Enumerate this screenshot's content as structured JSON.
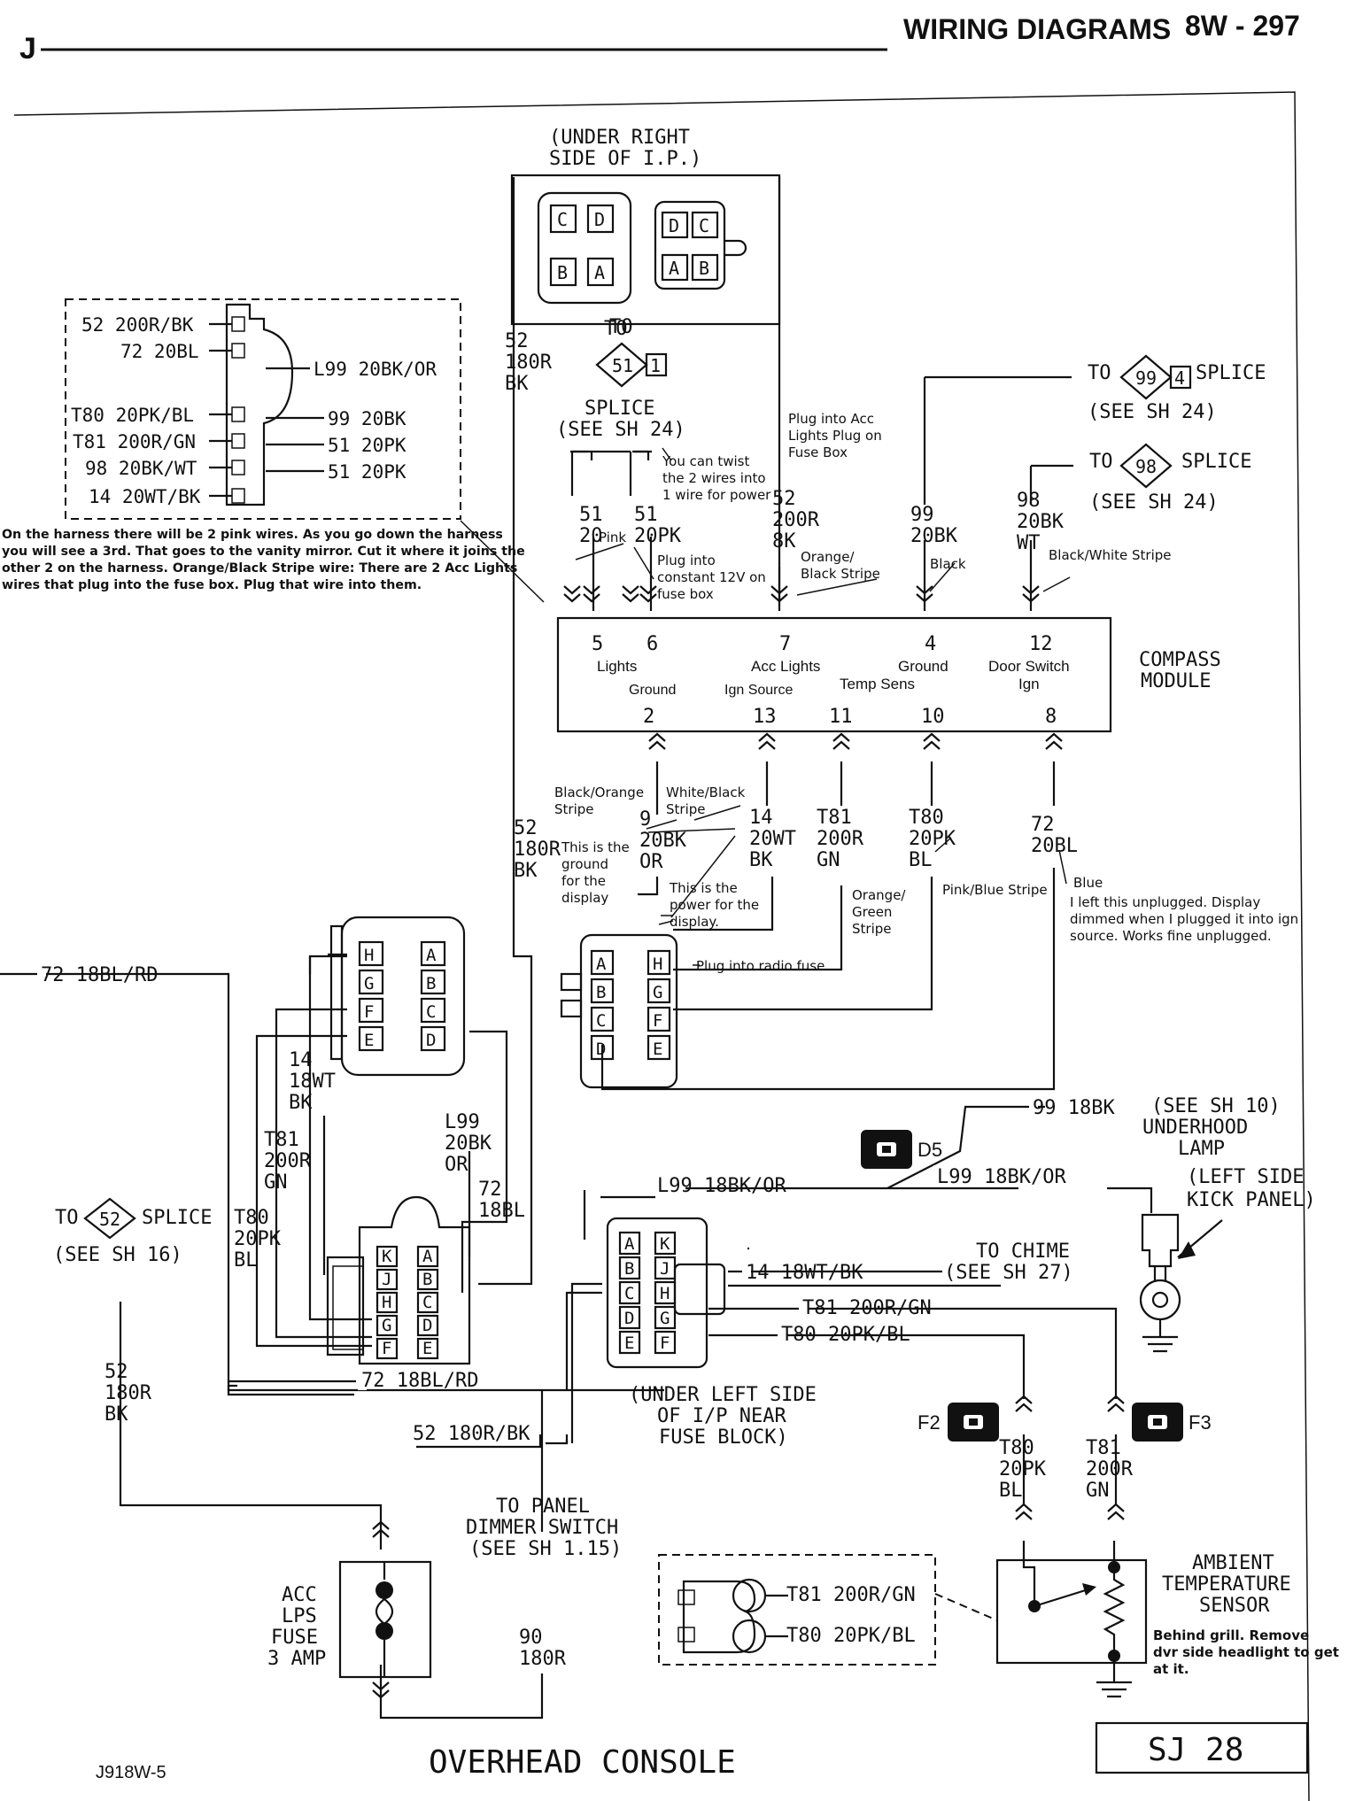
{
  "header": {
    "left_letter": "J",
    "title": "WIRING DIAGRAMS",
    "page": "8W - 297"
  },
  "footer": {
    "code": "J918W-5",
    "title": "OVERHEAD CONSOLE",
    "sheet": "SJ  28"
  },
  "location_top": [
    "(UNDER RIGHT",
    "SIDE OF I.P.)"
  ],
  "location_bottom": [
    "(UNDER LEFT SIDE",
    "OF I/P NEAR",
    "FUSE BLOCK)"
  ],
  "location_kick": [
    "(LEFT SIDE",
    "KICK PANEL)"
  ],
  "underhood": [
    "(SEE SH 10)",
    "UNDERHOOD",
    "LAMP"
  ],
  "connector_letters": {
    "c1": [
      "C",
      "D",
      "B",
      "A"
    ],
    "c2": [
      "D",
      "C",
      "A",
      "B"
    ],
    "c8_left": [
      "H",
      "G",
      "F",
      "E"
    ],
    "c8_right": [
      "A",
      "B",
      "C",
      "D"
    ],
    "c8b_left": [
      "A",
      "B",
      "C",
      "D"
    ],
    "c8b_right": [
      "H",
      "G",
      "F",
      "E"
    ],
    "c10_left": [
      "K",
      "J",
      "H",
      "G",
      "F"
    ],
    "c10_right": [
      "A",
      "B",
      "C",
      "D",
      "E"
    ],
    "c11_left": [
      "A",
      "B",
      "C",
      "D",
      "E"
    ],
    "c11_right": [
      "K",
      "J",
      "H",
      "G",
      "F"
    ]
  },
  "splices": {
    "s51": {
      "to": "TO",
      "num": "51",
      "pin": "1",
      "label": "SPLICE",
      "see": "(SEE SH 24)"
    },
    "s99": {
      "to": "TO",
      "num": "99",
      "pin": "4",
      "label": "SPLICE",
      "see": "(SEE SH 24)"
    },
    "s98": {
      "to": "TO",
      "num": "98",
      "label": "SPLICE",
      "see": "(SEE SH 24)"
    },
    "s52": {
      "to": "TO",
      "num": "52",
      "label": "SPLICE",
      "see": "(SEE SH 16)"
    }
  },
  "wires": {
    "w52_top": [
      "52",
      "180R",
      "BK"
    ],
    "w52_mid": [
      "52",
      "180R",
      "BK"
    ],
    "w51a": [
      "51",
      "20"
    ],
    "w51b": [
      "51",
      "20PK"
    ],
    "w52c": [
      "52",
      "200R",
      "8K"
    ],
    "w99": [
      "99",
      "20BK"
    ],
    "w98": [
      "98",
      "20BK",
      "WT"
    ],
    "w9": [
      "9",
      "20BK",
      "OR"
    ],
    "w14": [
      "14",
      "20WT",
      "BK"
    ],
    "wT81": [
      "T81",
      "200R",
      "GN"
    ],
    "wT80": [
      "T80",
      "20PK",
      "BL"
    ],
    "w72": [
      "72",
      "20BL"
    ],
    "w14b": [
      "14",
      "18WT",
      "BK"
    ],
    "wT81b": [
      "T81",
      "200R",
      "GN"
    ],
    "wL99": [
      "L99",
      "20BK",
      "OR"
    ],
    "w72b": [
      "72",
      "18BL"
    ],
    "wT80b": [
      "T80",
      "20PK",
      "BL"
    ],
    "w52d": [
      "52",
      "180R",
      "BK"
    ],
    "w90": [
      "90",
      "180R"
    ],
    "wT80c": [
      "T80",
      "20PK",
      "BL"
    ],
    "wT81c": [
      "T81",
      "200R",
      "GN"
    ],
    "w72rd_left": "72  18BL/RD",
    "w72rd_bottom": "72  18BL/RD",
    "w52bk": "52  180R/BK",
    "wL99bk_left": "L99  18BK/OR",
    "wL99bk_right": "L99  18BK/OR",
    "w99bk": "99  18BK",
    "w14bk": "14  18WT/BK",
    "wT81gn": "T81  200R/GN",
    "wT80bl": "T80  20PK/BL",
    "wT81s": "T81  200R/GN",
    "wT80s": "T80  20PK/BL"
  },
  "inset_harness": {
    "left": [
      "52  200R/BK",
      "72  20BL",
      "T80  20PK/BL",
      "T81  200R/GN",
      "98  20BK/WT",
      "14  20WT/BK"
    ],
    "right": [
      "L99  20BK/OR",
      "99  20BK",
      "51  20PK",
      "51  20PK"
    ]
  },
  "compass": {
    "title": [
      "COMPASS",
      "MODULE"
    ],
    "pins_top": [
      "5",
      "6",
      "7",
      "4",
      "12"
    ],
    "pins_bottom": [
      "2",
      "13",
      "11",
      "10",
      "8"
    ],
    "labels": {
      "lights": "Lights",
      "acc_lights": "Acc Lights",
      "ground_top": "Ground",
      "door_switch": "Door Switch",
      "ground_bottom": "Ground",
      "ign_source": "Ign Source",
      "temp_sens": "Temp Sens",
      "ign": "Ign"
    }
  },
  "chime": {
    "to": "TO CHIME",
    "see": "(SEE SH 27)"
  },
  "dimmer": [
    "TO PANEL",
    "DIMMER SWITCH",
    "(SEE SH 1.15)"
  ],
  "fuse": [
    "ACC",
    "LPS",
    "FUSE",
    "3 AMP"
  ],
  "sensor": [
    "AMBIENT",
    "TEMPERATURE",
    "SENSOR"
  ],
  "badges": {
    "d5": "D5",
    "f2": "F2",
    "f3": "F3"
  },
  "to_label": "TO",
  "notes": {
    "harness": [
      "On the harness there will be 2 pink wires. As you go down the harness",
      "you will see a 3rd. That goes to the vanity mirror. Cut it where it joins the",
      "other 2 on the harness. Orange/Black Stripe wire: There are 2 Acc Lights",
      "wires that plug into the fuse box. Plug that wire into them."
    ],
    "twist": [
      "You can twist",
      "the 2 wires into",
      "1 wire for power"
    ],
    "plug_acc": [
      "Plug into Acc",
      "Lights Plug on",
      "Fuse Box"
    ],
    "pink": "Pink",
    "plug_12v": [
      "Plug into",
      "constant 12V on",
      "fuse box"
    ],
    "orange_black": [
      "Orange/",
      "Black Stripe"
    ],
    "black": "Black",
    "black_white": "Black/White Stripe",
    "black_orange": [
      "Black/Orange",
      "Stripe"
    ],
    "white_black": [
      "White/Black",
      "Stripe"
    ],
    "ground_display": [
      "This is the",
      "ground",
      "for the",
      "display"
    ],
    "power_display": [
      "This is the",
      "power for the",
      "display."
    ],
    "orange_green": [
      "Orange/",
      "Green",
      "Stripe"
    ],
    "pink_blue": "Pink/Blue Stripe",
    "blue": "Blue",
    "unplugged": [
      "I left this unplugged. Display",
      "dimmed when I plugged it into ign",
      "source. Works fine unplugged."
    ],
    "radio_fuse": "Plug into radio fuse",
    "behind_grill": [
      "Behind grill. Remove",
      "dvr side headlight to get",
      "at it."
    ]
  }
}
